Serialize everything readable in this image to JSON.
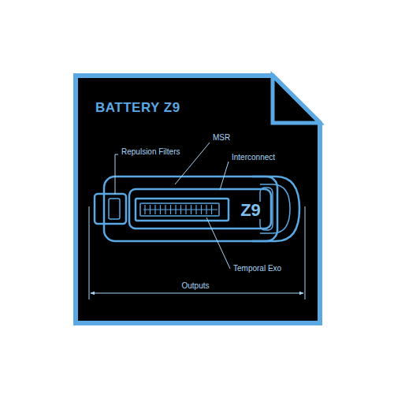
{
  "diagram": {
    "title": "BATTERY Z9",
    "labels": [
      "Repulsion Filters",
      "MSR",
      "Interconnect",
      "Z9",
      "Temporal Exo",
      "Outputs"
    ]
  }
}
